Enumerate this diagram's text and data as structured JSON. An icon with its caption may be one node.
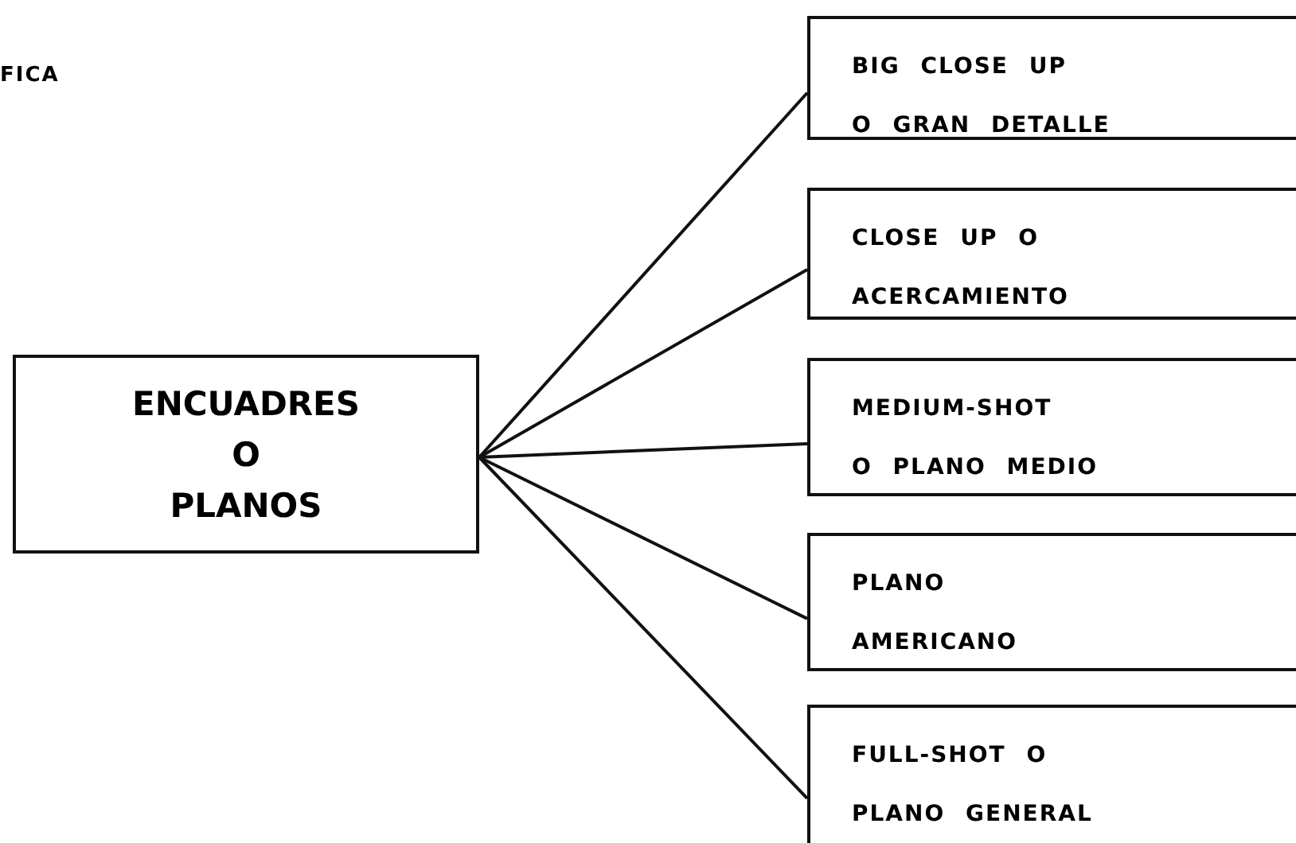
{
  "diagram": {
    "nodes": [
      {
        "text": [
          "ENCUADRES O PLANOS"
        ]
      },
      {
        "text": [
          "BIG CLOSE UP O GRAN DETALLE"
        ]
      },
      {
        "text": [
          "CLOSE UP O ACERCAMIENTO"
        ]
      },
      {
        "text": [
          "MEDIUM-SHOT O PLANO MEDIO"
        ]
      },
      {
        "text": [
          "PLANO AMERICANO"
        ]
      },
      {
        "text": [
          "FULL-SHOT O PLANO GENERAL"
        ]
      }
    ],
    "edges": [
      {
        "from": 0,
        "to": 1,
        "arrow": "none"
      },
      {
        "from": 0,
        "to": 2,
        "arrow": "none"
      },
      {
        "from": 0,
        "to": 3,
        "arrow": "none"
      },
      {
        "from": 0,
        "to": 4,
        "arrow": "none"
      },
      {
        "from": 0,
        "to": 5,
        "arrow": "none"
      }
    ],
    "labels": [
      "FICA"
    ]
  }
}
